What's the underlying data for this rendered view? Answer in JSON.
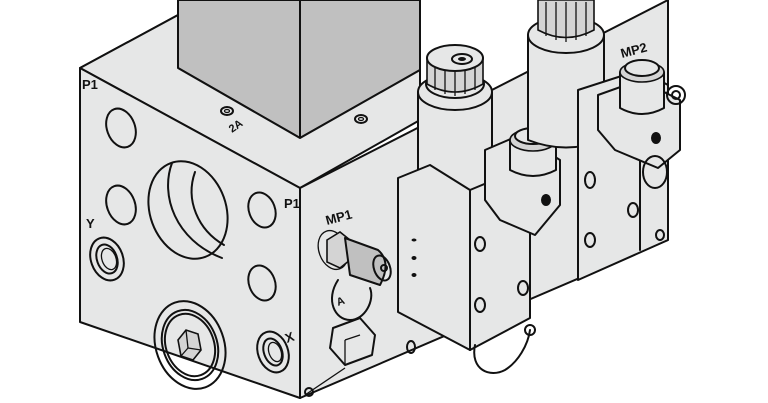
{
  "figure": {
    "subject": "Hydraulic manifold block with cartridge valves and solenoid coils (isometric line drawing)",
    "colors": {
      "background": "#ffffff",
      "block_face": "#e6e7e7",
      "valve_body_dark": "#c0c0c0",
      "outline": "#111111"
    }
  },
  "labels": {
    "p1_left": "P1",
    "p1_right": "P1",
    "port_2a": "2A",
    "port_y": "Y",
    "port_x": "X",
    "mp1": "MP1",
    "mp2": "MP2",
    "port_a": "A"
  }
}
